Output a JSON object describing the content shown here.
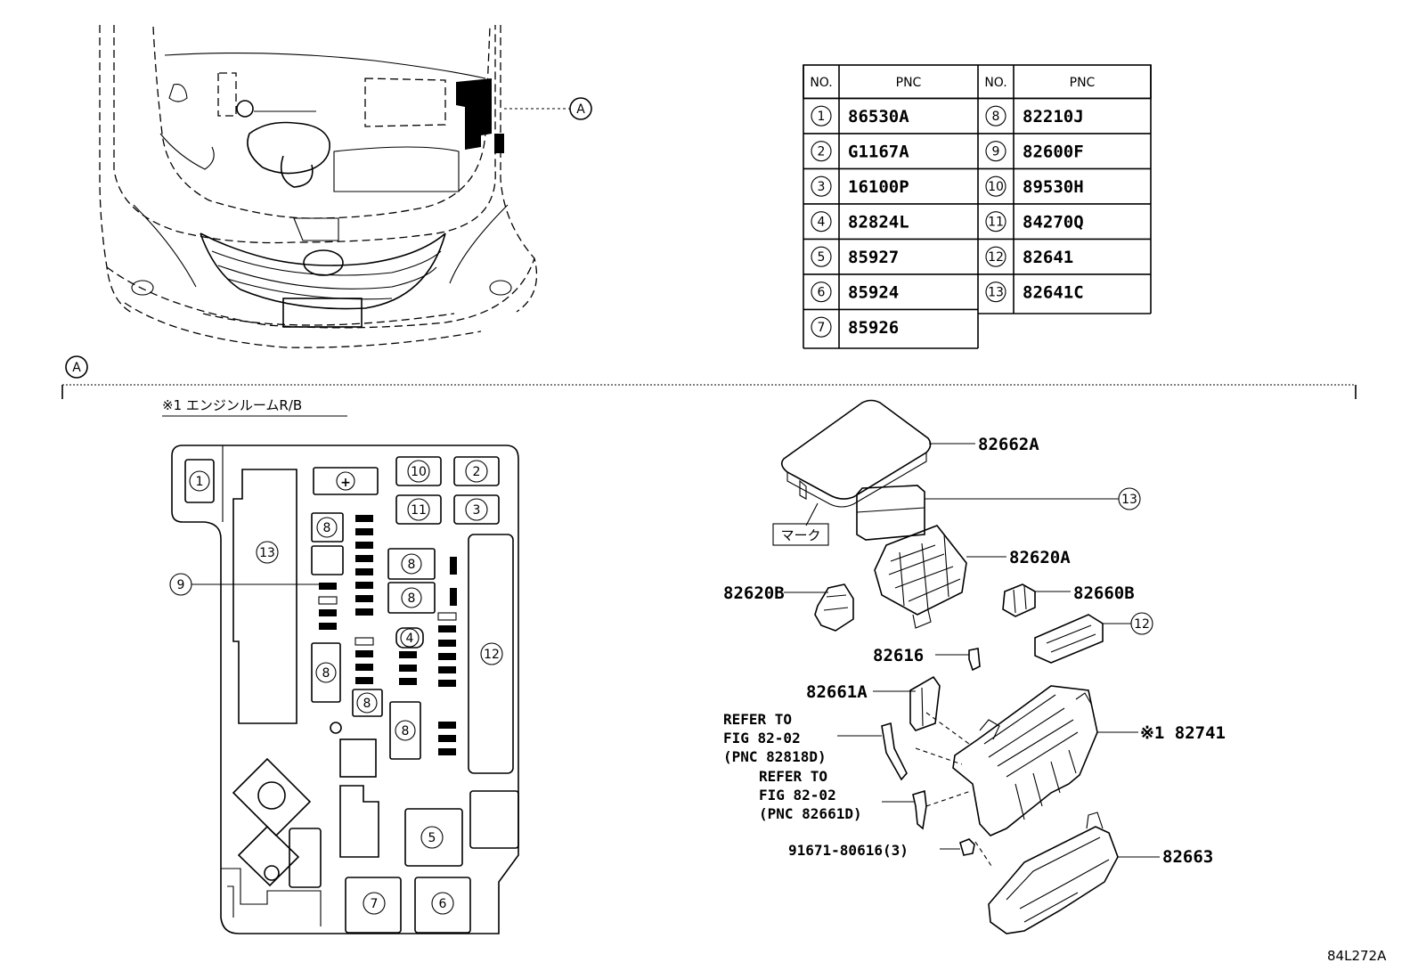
{
  "diagram_code": "84L272A",
  "view_marker": "A",
  "section_title": "※1 エンジンルームR/B",
  "table": {
    "headers": [
      "NO.",
      "PNC",
      "NO.",
      "PNC"
    ],
    "left": [
      {
        "no": "1",
        "pnc": "86530A"
      },
      {
        "no": "2",
        "pnc": "G1167A"
      },
      {
        "no": "3",
        "pnc": "16100P"
      },
      {
        "no": "4",
        "pnc": "82824L"
      },
      {
        "no": "5",
        "pnc": "85927"
      },
      {
        "no": "6",
        "pnc": "85924"
      },
      {
        "no": "7",
        "pnc": "85926"
      }
    ],
    "right": [
      {
        "no": "8",
        "pnc": "82210J"
      },
      {
        "no": "9",
        "pnc": "82600F"
      },
      {
        "no": "10",
        "pnc": "89530H"
      },
      {
        "no": "11",
        "pnc": "84270Q"
      },
      {
        "no": "12",
        "pnc": "82641"
      },
      {
        "no": "13",
        "pnc": "82641C"
      }
    ]
  },
  "box_labels": {
    "n1": "1",
    "n2": "2",
    "n3": "3",
    "n4": "4",
    "n5": "5",
    "n6": "6",
    "n7": "7",
    "n8": "8",
    "n9": "9",
    "n10": "10",
    "n11": "11",
    "n12": "12",
    "n13": "13",
    "plus": "+"
  },
  "parts": {
    "p82662A": "82662A",
    "p13": "13",
    "mark": "マーク",
    "p82620A": "82620A",
    "p82620B": "82620B",
    "p82660B": "82660B",
    "p12": "12",
    "p82616": "82616",
    "p82661A": "82661A",
    "refer1": [
      "REFER TO",
      "FIG 82-02",
      "(PNC 82818D)"
    ],
    "refer2": [
      "REFER TO",
      "FIG 82-02",
      "(PNC 82661D)"
    ],
    "p82741": "※1 82741",
    "p91671": "91671-80616(3)",
    "p82663": "82663"
  }
}
